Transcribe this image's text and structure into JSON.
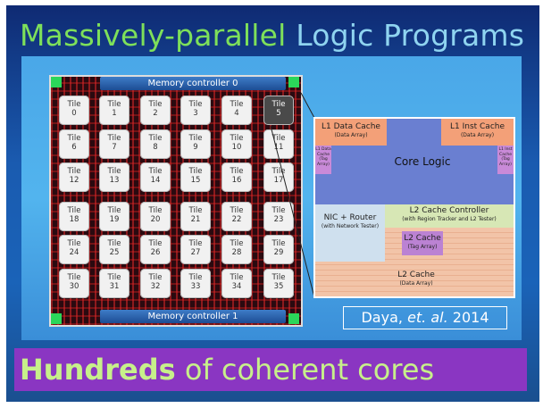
{
  "title": {
    "part1": "Massively-parallel",
    "part2": "Logic Programs"
  },
  "die": {
    "memory_controller_top": "Memory controller 0",
    "memory_controller_bottom": "Memory controller 1",
    "tile_word": "Tile",
    "tiles": [
      "0",
      "1",
      "2",
      "3",
      "4",
      "5",
      "6",
      "7",
      "8",
      "9",
      "10",
      "11",
      "12",
      "13",
      "14",
      "15",
      "16",
      "17",
      "18",
      "19",
      "20",
      "21",
      "22",
      "23",
      "24",
      "25",
      "26",
      "27",
      "28",
      "29",
      "30",
      "31",
      "32",
      "33",
      "34",
      "35"
    ],
    "highlighted_tile": "5"
  },
  "zoom": {
    "l1_data_cache": "L1 Data Cache",
    "l1_data_sub": "(Data Array)",
    "l1_inst_cache": "L1 Inst Cache",
    "l1_inst_sub": "(Data Array)",
    "tag_left": "L1 Data Cache (Tag Array)",
    "tag_right": "L1 Inst Cache (Tag Array)",
    "core_logic": "Core Logic",
    "l2_controller": "L2 Cache Controller",
    "l2_controller_sub": "(with Region Tracker and L2 Tester)",
    "nic": "NIC + Router",
    "nic_sub": "(with Network Tester)",
    "l2_tag": "L2 Cache",
    "l2_tag_sub": "(Tag Array)",
    "l2_cache": "L2 Cache",
    "l2_cache_sub": "(Data Array)"
  },
  "citation": {
    "author": "Daya,",
    "etal": "et. al.",
    "year": "2014"
  },
  "bottom": {
    "bold": "Hundreds",
    "rest": "of coherent cores"
  },
  "colors": {
    "title_green": "#7ee05a",
    "title_blue": "#8fd4f0",
    "bar_purple": "#8a36c2",
    "bar_text": "#c7f08a"
  }
}
